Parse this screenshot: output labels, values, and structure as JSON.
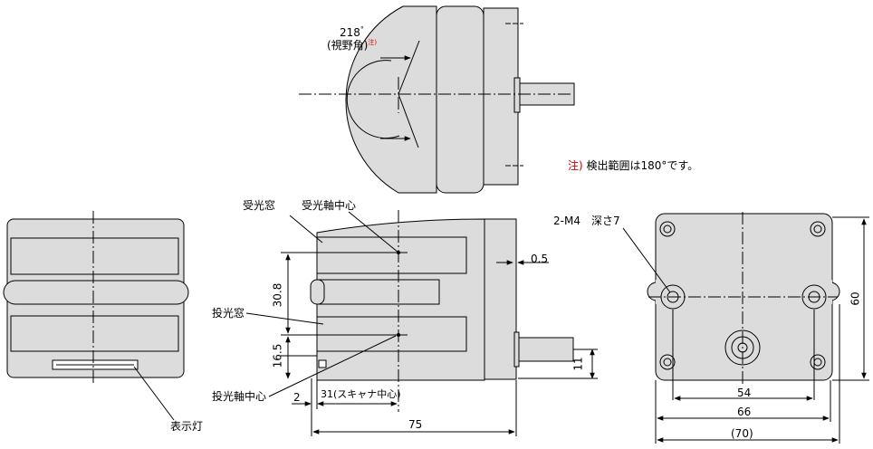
{
  "top_view": {
    "angle": "218",
    "degree_sign": "°",
    "fov_label": "(視野角)",
    "note_mark": "注)"
  },
  "note": {
    "mark": "注)",
    "text": "検出範囲は180°です。"
  },
  "side_view": {
    "indicator_label": "表示灯"
  },
  "middle_view": {
    "receiver_window": "受光窓",
    "receiver_axis_center": "受光軸中心",
    "emitter_window": "投光窓",
    "emitter_axis_center": "投光軸中心",
    "dim_0_5": "0.5",
    "dim_30_8": "30.8",
    "dim_16_5": "16.5",
    "dim_2": "2",
    "dim_31": "31(スキャナ中心)",
    "dim_75": "75",
    "dim_11": "11"
  },
  "right_view": {
    "hole_label": "2-M4　深さ7",
    "dim_54": "54",
    "dim_66": "66",
    "dim_70": "(70)",
    "dim_60": "60"
  },
  "colors": {
    "body_fill": "#dcdcdc",
    "line": "#000000",
    "note_red": "#d40000"
  }
}
